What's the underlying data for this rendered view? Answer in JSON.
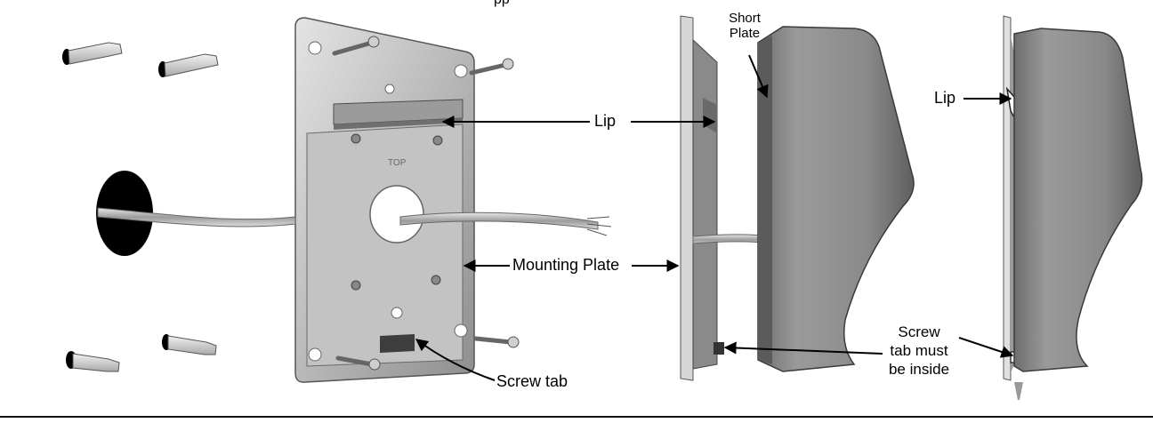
{
  "labels": {
    "top_cut": "pp",
    "short_plate_line1": "Short",
    "short_plate_line2": "Plate",
    "lip_center": "Lip",
    "lip_right": "Lip",
    "mounting_plate": "Mounting Plate",
    "screw_tab": "Screw tab",
    "screw_tab_inside_line1": "Screw",
    "screw_tab_inside_line2": "tab must",
    "screw_tab_inside_line3": "be inside"
  },
  "plate_embossing": "TOP",
  "colors": {
    "ink": "#000000",
    "metal_light": "#d9d9d9",
    "metal_mid": "#a8a8a8",
    "metal_dark": "#5a5a5a",
    "housing": "#8c8c8c"
  }
}
